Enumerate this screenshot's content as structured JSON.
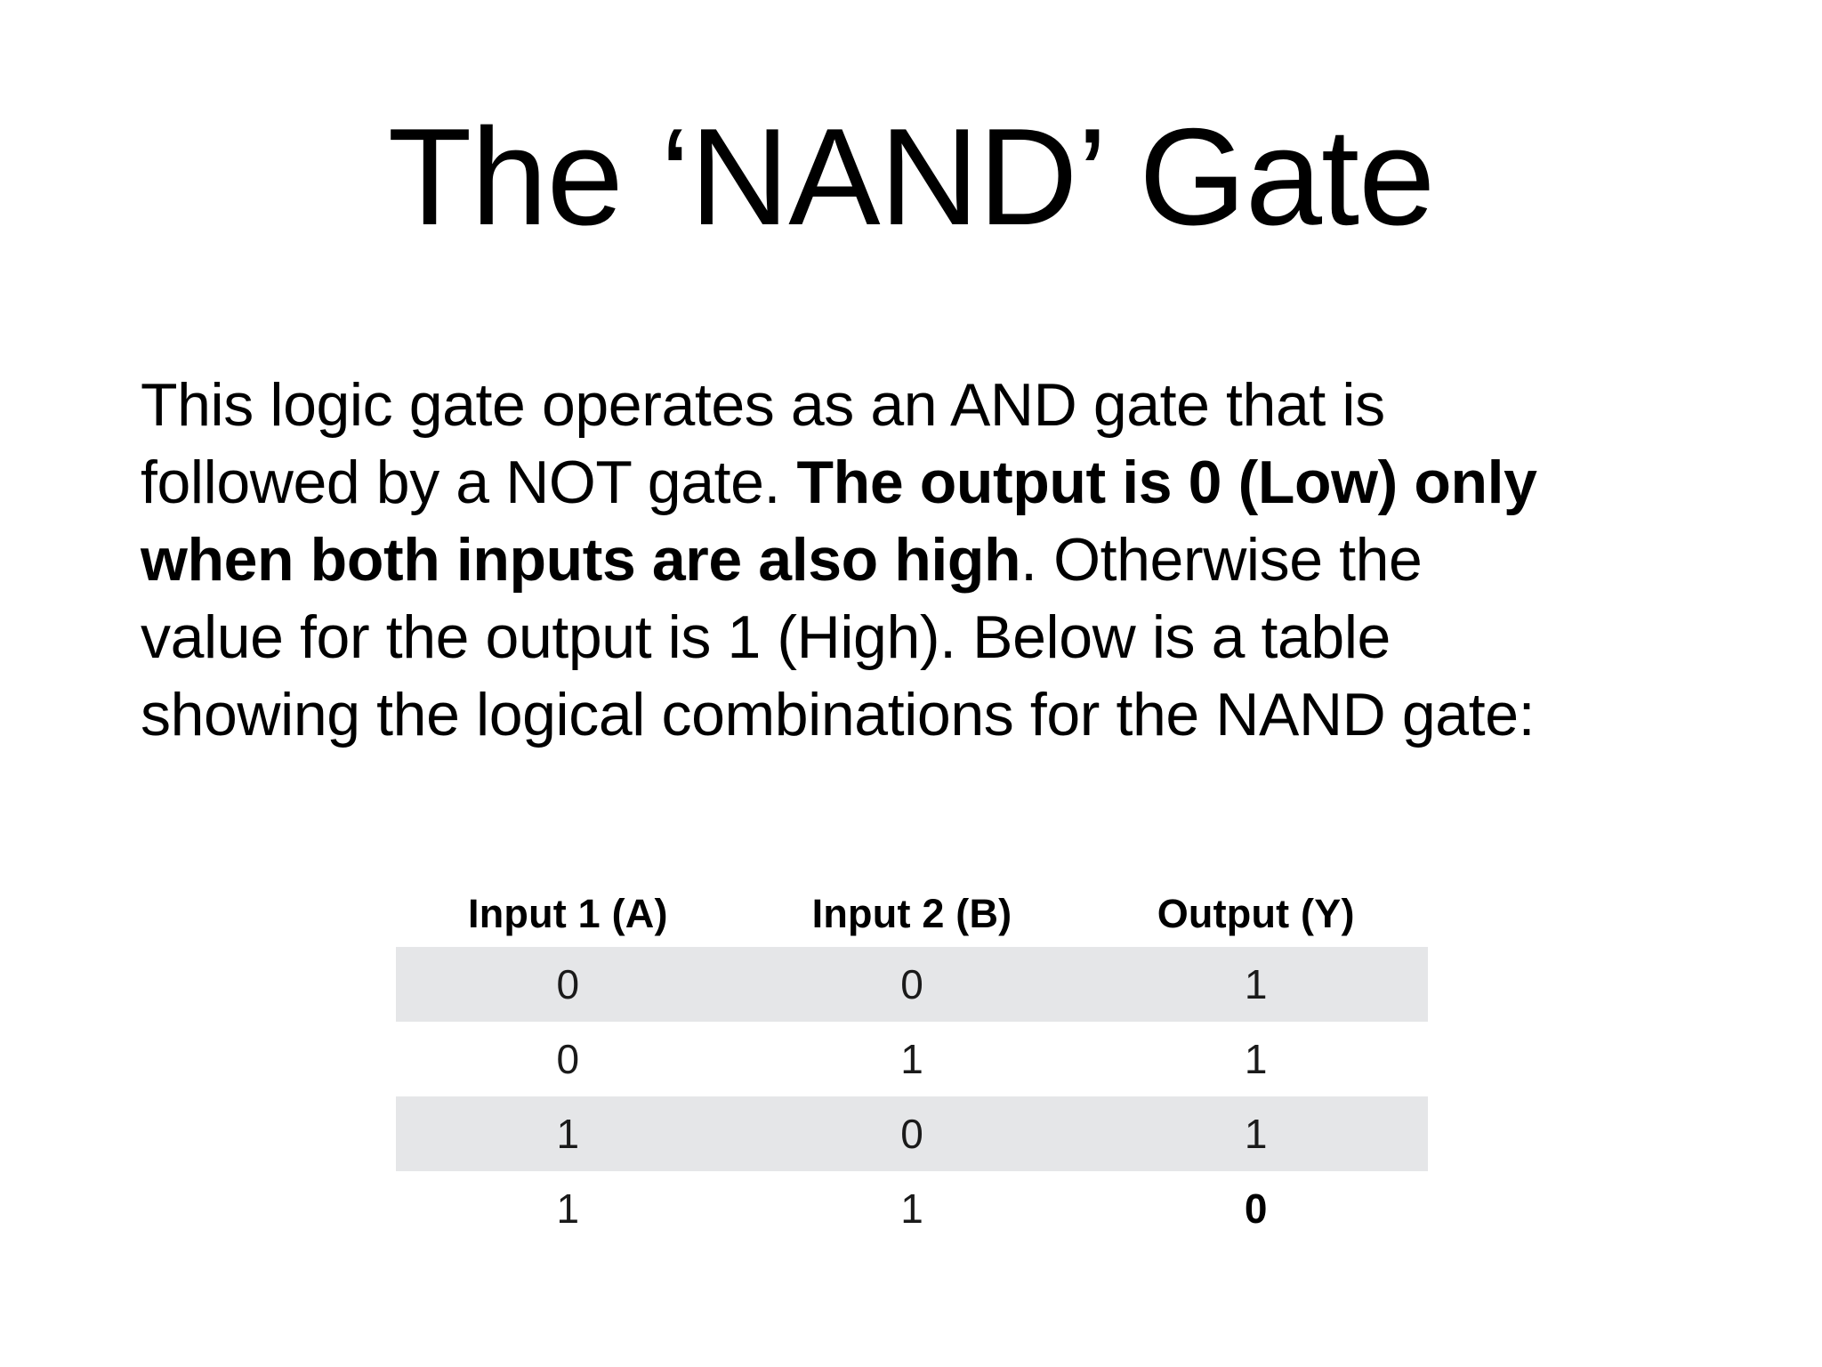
{
  "slide": {
    "title": "The ‘NAND’ Gate",
    "body_lines": [
      {
        "plain_1": "This logic gate operates as an AND gate that is",
        "bold": "",
        "plain_2": ""
      },
      {
        "plain_1": "followed by a NOT gate. ",
        "bold": "The output is 0 (Low) only",
        "plain_2": ""
      },
      {
        "plain_1": "",
        "bold": "when both inputs are also high",
        "plain_2": ". Otherwise the"
      },
      {
        "plain_1": "value for the output is 1 (High). Below is a table",
        "bold": "",
        "plain_2": ""
      },
      {
        "plain_1": "showing the logical combinations for the NAND gate:",
        "bold": "",
        "plain_2": ""
      }
    ],
    "body_text_full": "This logic gate operates as an AND gate that is followed by a NOT gate. The output is 0 (Low) only when both inputs are also high. Otherwise the value for the output is 1 (High). Below is a table showing the logical combinations for the NAND gate:",
    "colors": {
      "background": "#ffffff",
      "text": "#000000",
      "row_stripe": "#e5e6e8",
      "cell_text": "#1a1a1a"
    }
  },
  "chart_data": {
    "type": "table",
    "title": "NAND gate truth table",
    "columns": [
      "Input 1 (A)",
      "Input 2 (B)",
      "Output (Y)"
    ],
    "rows": [
      [
        "0",
        "0",
        "1"
      ],
      [
        "0",
        "1",
        "1"
      ],
      [
        "1",
        "0",
        "1"
      ],
      [
        "1",
        "1",
        "0"
      ]
    ],
    "row_styles": [
      {
        "striped": true,
        "bold_cells": []
      },
      {
        "striped": false,
        "bold_cells": []
      },
      {
        "striped": true,
        "bold_cells": []
      },
      {
        "striped": false,
        "bold_cells": [
          2
        ]
      }
    ]
  }
}
